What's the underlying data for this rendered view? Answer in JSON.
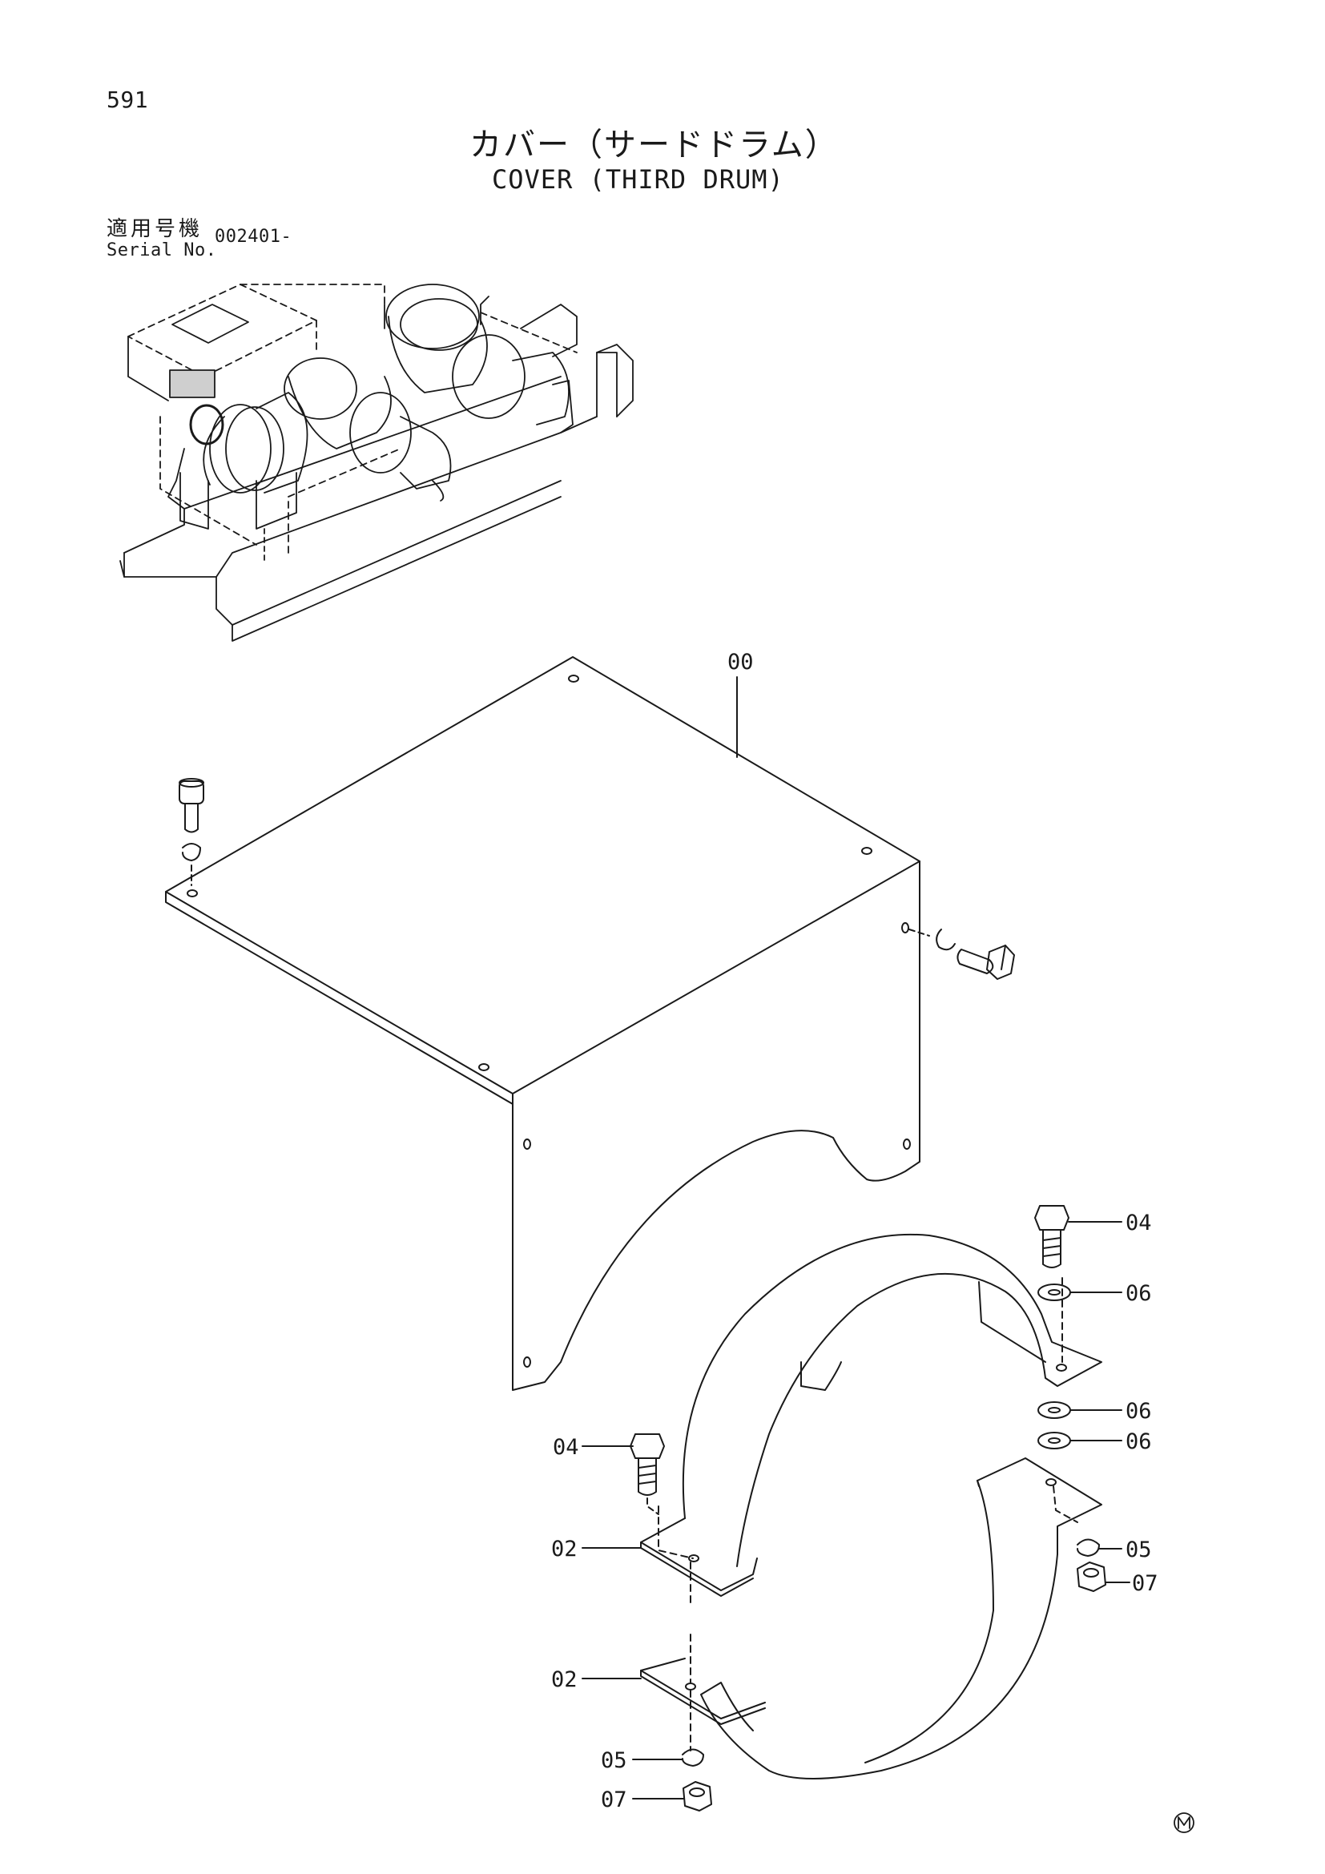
{
  "header": {
    "page_number": "591",
    "title_jp": "カバー（サードドラム）",
    "title_en": "COVER (THIRD DRUM)",
    "serial_label_jp": "適用号機",
    "serial_label_en": "Serial No.",
    "serial_value": "002401-"
  },
  "callouts": {
    "c00": "00",
    "c04_top": "04",
    "c06_a": "06",
    "c06_b": "06",
    "c06_c": "06",
    "c04_left": "04",
    "c02_upper": "02",
    "c05_right": "05",
    "c07_right": "07",
    "c02_lower": "02",
    "c05_left": "05",
    "c07_left": "07"
  },
  "colors": {
    "ink": "#1a1a1a",
    "paper": "#ffffff"
  }
}
